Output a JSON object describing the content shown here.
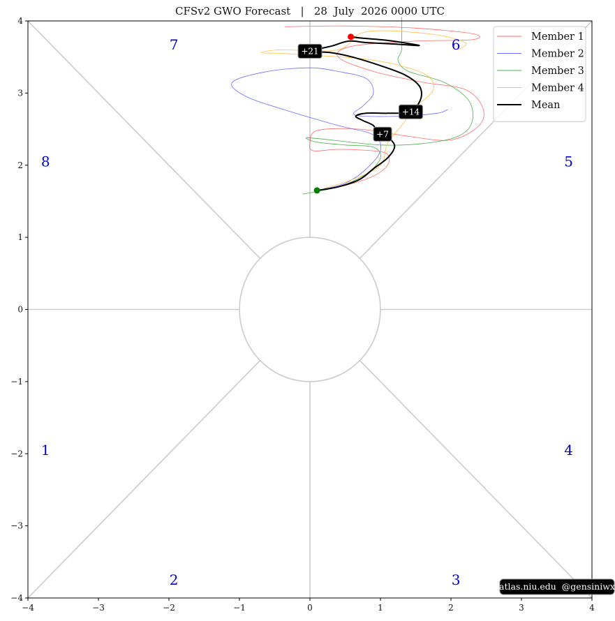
{
  "chart_data": {
    "type": "line",
    "title": "CFSv2 GWO Forecast   |   28  July  2026 0000 UTC",
    "xlim": [
      -4,
      4
    ],
    "ylim": [
      -4,
      4
    ],
    "x_ticks": [
      -4,
      -3,
      -2,
      -1,
      0,
      1,
      2,
      3,
      4
    ],
    "y_ticks": [
      -4,
      -3,
      -2,
      -1,
      0,
      1,
      2,
      3,
      4
    ],
    "x_tick_labels": [
      "−4",
      "−3",
      "−2",
      "−1",
      "0",
      "1",
      "2",
      "3",
      "4"
    ],
    "y_tick_labels": [
      "−4",
      "−3",
      "−2",
      "−1",
      "0",
      "1",
      "2",
      "3",
      "4"
    ],
    "unit_circle_radius": 1,
    "phase_labels": [
      {
        "text": "1",
        "x": -3.75,
        "y": -1.95
      },
      {
        "text": "2",
        "x": -1.93,
        "y": -3.75
      },
      {
        "text": "3",
        "x": 2.07,
        "y": -3.75
      },
      {
        "text": "4",
        "x": 3.67,
        "y": -1.95
      },
      {
        "text": "5",
        "x": 3.67,
        "y": 2.05
      },
      {
        "text": "6",
        "x": 2.07,
        "y": 3.67
      },
      {
        "text": "7",
        "x": -1.93,
        "y": 3.67
      },
      {
        "text": "8",
        "x": -3.75,
        "y": 2.05
      }
    ],
    "legend_position": "top-right",
    "series": [
      {
        "name": "Member 1",
        "color": "#ff6b6b",
        "points": [
          [
            0.1,
            1.65
          ],
          [
            0.5,
            1.72
          ],
          [
            0.9,
            1.85
          ],
          [
            1.1,
            2.0
          ],
          [
            1.1,
            2.15
          ],
          [
            0.9,
            2.2
          ],
          [
            0.4,
            2.22
          ],
          [
            0.05,
            2.2
          ],
          [
            0.0,
            2.3
          ],
          [
            0.1,
            2.48
          ],
          [
            0.7,
            2.5
          ],
          [
            1.4,
            2.4
          ],
          [
            2.0,
            2.35
          ],
          [
            2.4,
            2.55
          ],
          [
            2.45,
            2.8
          ],
          [
            2.2,
            3.05
          ],
          [
            1.6,
            3.15
          ],
          [
            0.9,
            3.3
          ],
          [
            0.4,
            3.5
          ],
          [
            0.6,
            3.65
          ],
          [
            1.5,
            3.72
          ],
          [
            2.3,
            3.74
          ],
          [
            2.32,
            3.82
          ],
          [
            1.5,
            3.9
          ],
          [
            0.5,
            3.93
          ],
          [
            -0.35,
            3.92
          ]
        ]
      },
      {
        "name": "Member 2",
        "color": "#6b6bff",
        "points": [
          [
            0.1,
            1.65
          ],
          [
            0.5,
            1.75
          ],
          [
            0.8,
            1.95
          ],
          [
            1.0,
            2.2
          ],
          [
            0.9,
            2.42
          ],
          [
            0.4,
            2.55
          ],
          [
            -0.3,
            2.75
          ],
          [
            -0.9,
            2.95
          ],
          [
            -1.1,
            3.15
          ],
          [
            -0.6,
            3.3
          ],
          [
            0.0,
            3.35
          ],
          [
            0.4,
            3.3
          ],
          [
            0.8,
            3.2
          ],
          [
            0.9,
            3.0
          ],
          [
            0.75,
            2.82
          ],
          [
            0.62,
            2.72
          ],
          [
            0.75,
            2.68
          ],
          [
            1.3,
            2.68
          ],
          [
            1.8,
            2.72
          ],
          [
            1.95,
            2.77
          ]
        ]
      },
      {
        "name": "Member 3",
        "color": "#4caf50",
        "points": [
          [
            -0.1,
            1.6
          ],
          [
            0.4,
            1.7
          ],
          [
            0.8,
            1.88
          ],
          [
            1.0,
            2.1
          ],
          [
            0.9,
            2.25
          ],
          [
            0.5,
            2.28
          ],
          [
            0.1,
            2.32
          ],
          [
            -0.05,
            2.38
          ],
          [
            0.3,
            2.35
          ],
          [
            1.0,
            2.28
          ],
          [
            1.6,
            2.3
          ],
          [
            2.1,
            2.4
          ],
          [
            2.3,
            2.6
          ],
          [
            2.25,
            2.9
          ],
          [
            1.9,
            3.15
          ],
          [
            1.4,
            3.3
          ],
          [
            1.25,
            3.45
          ],
          [
            1.3,
            3.6
          ],
          [
            1.3,
            3.85
          ],
          [
            1.3,
            4.05
          ]
        ]
      },
      {
        "name": "Member 4",
        "color": "#ffc04c",
        "points": [
          [
            0.2,
            1.68
          ],
          [
            0.6,
            1.8
          ],
          [
            1.0,
            2.0
          ],
          [
            1.1,
            2.3
          ],
          [
            1.3,
            2.55
          ],
          [
            1.5,
            2.8
          ],
          [
            1.75,
            3.05
          ],
          [
            1.65,
            3.25
          ],
          [
            1.2,
            3.4
          ],
          [
            0.7,
            3.48
          ],
          [
            0.1,
            3.52
          ],
          [
            -0.4,
            3.55
          ],
          [
            -0.7,
            3.56
          ],
          [
            -0.4,
            3.6
          ],
          [
            0.4,
            3.6
          ],
          [
            0.8,
            3.85
          ],
          [
            1.7,
            3.82
          ],
          [
            2.2,
            3.7
          ],
          [
            2.1,
            3.6
          ]
        ]
      },
      {
        "name": "Mean",
        "color": "#000000",
        "points": [
          [
            0.1,
            1.65
          ],
          [
            0.4,
            1.7
          ],
          [
            0.7,
            1.8
          ],
          [
            0.9,
            1.95
          ],
          [
            1.1,
            2.1
          ],
          [
            1.2,
            2.25
          ],
          [
            1.15,
            2.35
          ],
          [
            1.03,
            2.43
          ],
          [
            0.95,
            2.45
          ],
          [
            0.9,
            2.55
          ],
          [
            0.75,
            2.62
          ],
          [
            0.65,
            2.68
          ],
          [
            0.8,
            2.72
          ],
          [
            1.1,
            2.72
          ],
          [
            1.38,
            2.73
          ],
          [
            1.5,
            2.8
          ],
          [
            1.58,
            2.95
          ],
          [
            1.55,
            3.1
          ],
          [
            1.35,
            3.25
          ],
          [
            1.0,
            3.38
          ],
          [
            0.6,
            3.5
          ],
          [
            0.3,
            3.56
          ],
          [
            0.0,
            3.58
          ],
          [
            0.3,
            3.65
          ],
          [
            0.55,
            3.72
          ],
          [
            0.8,
            3.7
          ],
          [
            1.2,
            3.68
          ],
          [
            1.55,
            3.66
          ],
          [
            1.1,
            3.73
          ],
          [
            0.75,
            3.76
          ],
          [
            0.58,
            3.78
          ]
        ],
        "start_point": [
          0.1,
          1.65
        ],
        "end_point": [
          0.58,
          3.78
        ],
        "start_color": "#008000",
        "end_color": "#ff0000",
        "day_markers": [
          {
            "label": "+7",
            "x": 1.03,
            "y": 2.43
          },
          {
            "label": "+14",
            "x": 1.43,
            "y": 2.74
          },
          {
            "label": "+21",
            "x": 0.0,
            "y": 3.58
          }
        ]
      }
    ],
    "credit": "atlas.niu.edu  @gensiniwx",
    "grid": false
  }
}
